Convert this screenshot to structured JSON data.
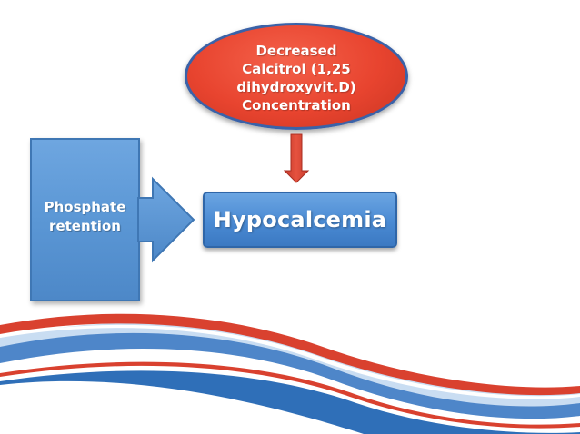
{
  "nodes": {
    "cause_top": {
      "lines": [
        "Decreased",
        "Calcitrol (1,25",
        "dihydroxyvit.D)",
        "Concentration"
      ]
    },
    "cause_left": {
      "lines": [
        "Phosphate",
        "retention"
      ]
    },
    "effect": {
      "label": "Hypocalcemia"
    }
  },
  "edges": [
    {
      "from": "cause_top",
      "to": "effect"
    },
    {
      "from": "cause_left",
      "to": "effect"
    }
  ],
  "colors": {
    "ellipse_fill": "#e8442f",
    "ellipse_border": "#3a62a8",
    "box_fill": "#5b97d5",
    "down_arrow": "#d94a3a",
    "wave_red": "#d9412f",
    "wave_blue": "#2f6fb8",
    "wave_light_blue": "#8fb8e3"
  }
}
